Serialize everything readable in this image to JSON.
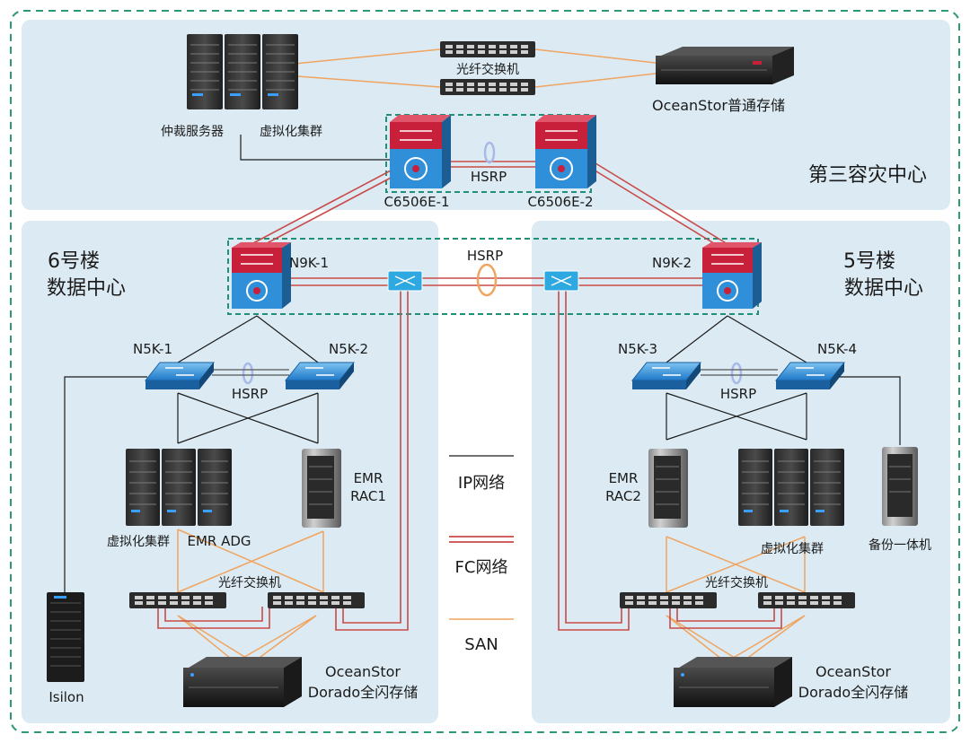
{
  "zones": {
    "third_dc": "第三容灾中心",
    "bldg6": [
      "6号楼",
      "数据中心"
    ],
    "bldg5": [
      "5号楼",
      "数据中心"
    ]
  },
  "top": {
    "fc_switch": "光纤交换机",
    "oceanstor_normal": "OceanStor普通存储",
    "arbitration_server": "仲裁服务器",
    "virtual_cluster": "虚拟化集群",
    "hsrp": "HSRP",
    "core1": "C6506E-1",
    "core2": "C6506E-2"
  },
  "mid": {
    "n9k1": "N9K-1",
    "n9k2": "N9K-2",
    "hsrp": "HSRP"
  },
  "left": {
    "n5k1": "N5K-1",
    "n5k2": "N5K-2",
    "hsrp": "HSRP",
    "virtual_cluster": "虚拟化集群",
    "emr_adg": "EMR ADG",
    "emr_rac1": [
      "EMR",
      "RAC1"
    ],
    "fc_switch": "光纤交换机",
    "isilon": "Isilon",
    "storage": [
      "OceanStor",
      "Dorado全闪存储"
    ]
  },
  "right": {
    "n5k3": "N5K-3",
    "n5k4": "N5K-4",
    "hsrp": "HSRP",
    "emr_rac2": [
      "EMR",
      "RAC2"
    ],
    "virtual_cluster": "虚拟化集群",
    "backup": "备份一体机",
    "fc_switch": "光纤交换机",
    "storage": [
      "OceanStor",
      "Dorado全闪存储"
    ]
  },
  "legend": {
    "ip": "IP网络",
    "fc": "FC网络",
    "san": "SAN"
  },
  "colors": {
    "zone_fill": "#dcebf3",
    "dashed_border": "#2e9a72",
    "fc_line": "#c94a48",
    "san_line": "#f0a460",
    "switch_blue": "#2f8fd8",
    "router_red": "#c8203a"
  }
}
